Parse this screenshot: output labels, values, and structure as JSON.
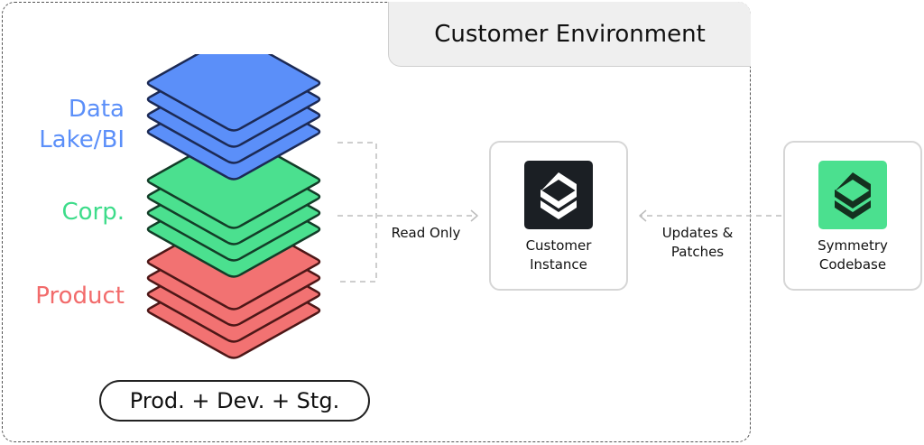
{
  "title": "Customer Environment",
  "layers": [
    {
      "label": "Data\nLake/BI",
      "color": "#5b8ff9",
      "stroke": "#1c2a55"
    },
    {
      "label": "Corp.",
      "color": "#4be08f",
      "stroke": "#133d28"
    },
    {
      "label": "Product",
      "color": "#f27272",
      "stroke": "#4d1717"
    }
  ],
  "edges": {
    "read_only": "Read Only",
    "updates": "Updates &\nPatches"
  },
  "nodes": {
    "customer": {
      "label": "Customer\nInstance",
      "tile_color": "#1b1f24",
      "icon_color": "#ffffff",
      "icon": "symmetry-logo-icon"
    },
    "symmetry": {
      "label": "Symmetry\nCodebase",
      "tile_color": "#4be08f",
      "icon_color": "#14301f",
      "icon": "symmetry-logo-icon"
    }
  },
  "environments": "Prod. + Dev. + Stg.",
  "colors": {
    "connector": "#bdbdbd",
    "border": "#555555"
  }
}
